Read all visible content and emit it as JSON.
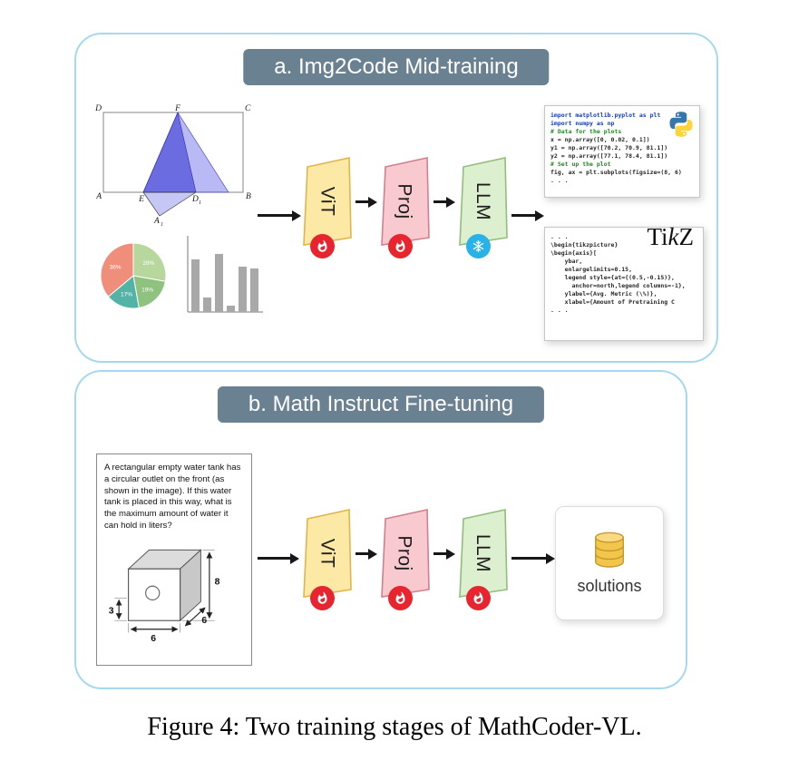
{
  "figure": {
    "caption": "Figure 4: Two training stages of MathCoder-VL."
  },
  "panel_a": {
    "title": "a. Img2Code Mid-training",
    "blocks": [
      {
        "label": "ViT",
        "status": "trainable"
      },
      {
        "label": "Proj",
        "status": "trainable"
      },
      {
        "label": "LLM",
        "status": "frozen"
      }
    ],
    "python_code": {
      "lines": [
        {
          "text": "import matplotlib.pyplot as plt",
          "cls": "kw"
        },
        {
          "text": "import numpy as np",
          "cls": "kw"
        },
        {
          "text": "# Data for the plots",
          "cls": "cm"
        },
        {
          "text": "x = np.array([0, 0.02, 0.1])",
          "cls": "tx"
        },
        {
          "text": "y1 = np.array([70.2, 70.9, 81.1])",
          "cls": "tx"
        },
        {
          "text": "y2 = np.array([77.1, 78.4, 81.1])",
          "cls": "tx"
        },
        {
          "text": "# Set up the plot",
          "cls": "cm"
        },
        {
          "text": "fig, ax = plt.subplots(figsize=(8, 6)",
          "cls": "tx"
        },
        {
          "text": ". . .",
          "cls": "tx"
        }
      ]
    },
    "tikz_logo": {
      "pre": "Ti",
      "italic": "k",
      "post": "Z"
    },
    "tikz_code": {
      "lines": [
        {
          "text": ". . .",
          "cls": "tx"
        },
        {
          "text": "\\begin{tikzpicture}",
          "cls": "tx"
        },
        {
          "text": "\\begin{axis}[",
          "cls": "tx"
        },
        {
          "text": "    ybar,",
          "cls": "tx"
        },
        {
          "text": "    enlargelimits=0.15,",
          "cls": "tx"
        },
        {
          "text": "    legend style={at={(0.5,-0.15)},",
          "cls": "tx"
        },
        {
          "text": "      anchor=north,legend columns=-1},",
          "cls": "tx"
        },
        {
          "text": "    ylabel={Avg. Metric (\\%)},",
          "cls": "tx"
        },
        {
          "text": "    xlabel={Amount of Pretraining C",
          "cls": "tx"
        },
        {
          "text": ". . .",
          "cls": "tx"
        }
      ]
    }
  },
  "panel_b": {
    "title": "b. Math Instruct Fine-tuning",
    "problem_text": "A rectangular empty water tank has a circular outlet on the front (as shown in the image). If this water tank is placed in this way, what is the maximum amount of water it can hold in liters?",
    "blocks": [
      {
        "label": "ViT",
        "status": "trainable"
      },
      {
        "label": "Proj",
        "status": "trainable"
      },
      {
        "label": "LLM",
        "status": "trainable"
      }
    ],
    "cube_dimensions": {
      "height": "8",
      "depth": "6",
      "inner_height": "3",
      "width": "6"
    },
    "output_label": "solutions"
  },
  "illustrations": {
    "geometry_figure": {
      "labels": {
        "top_left": "D",
        "top_mid": "F",
        "top_right": "C",
        "bottom_left": "A",
        "bottom_e": "E",
        "bottom_d": "D",
        "bottom_d_sub": "1",
        "bottom_right": "B",
        "below_a": "A",
        "below_a_sub": "1"
      }
    },
    "pie_chart": {
      "slices": [
        {
          "label": "28%",
          "color": "#b7d79c"
        },
        {
          "label": "19%",
          "color": "#8fc27e"
        },
        {
          "label": "17%",
          "color": "#53b3a6"
        },
        {
          "label": "36%",
          "color": "#f08e7c"
        }
      ]
    },
    "bar_chart": {
      "values": [
        58,
        16,
        64,
        7,
        50,
        48
      ]
    }
  },
  "colors": {
    "panel_border": "#a6d9ef",
    "header_bg": "#6a8191",
    "vit_fill": "#fce9a6",
    "proj_fill": "#f8c9cf",
    "llm_fill": "#dcefcf",
    "trainable_red": "#e8242e",
    "frozen_blue": "#29b2e8",
    "python_blue": "#3776ab",
    "python_yellow": "#ffd43b",
    "database_gold": "#f2c64a"
  }
}
